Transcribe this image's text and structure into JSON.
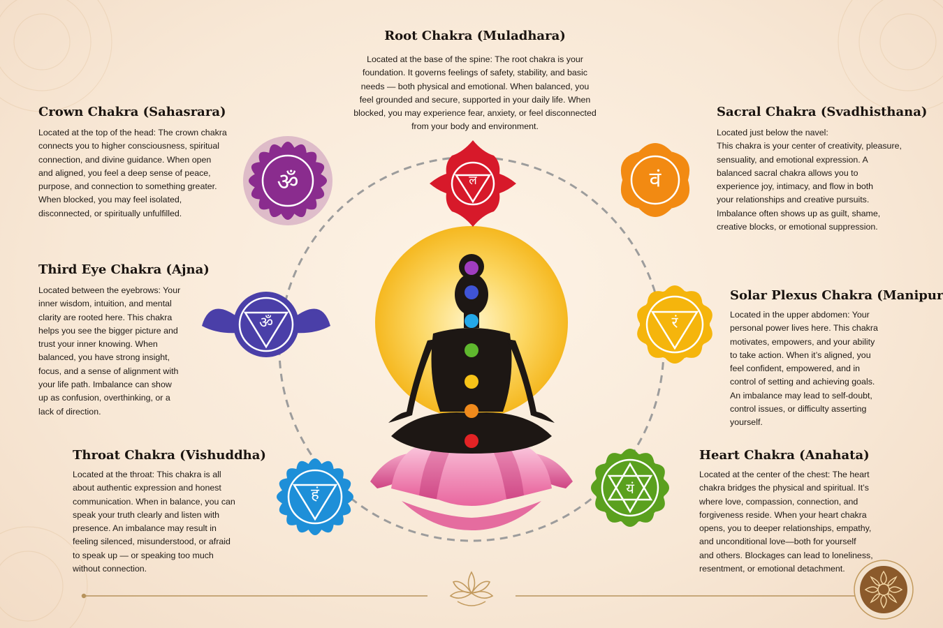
{
  "accent_colors": {
    "root": "#d7192a",
    "sacral": "#f28a12",
    "solar": "#f5b50c",
    "heart": "#5aa01e",
    "throat": "#1e8fd8",
    "third_eye": "#4a3fa8",
    "crown": "#8a2c8e",
    "gold": "#c9a060",
    "lotus": "#f29cc0"
  },
  "chakras": {
    "root": {
      "title": "Root Chakra (Muladhara)",
      "symbol": "लं",
      "icon": "root-chakra-icon",
      "lines": [
        "Located at the base of the spine: The root chakra is your",
        "foundation. It governs feelings of safety, stability, and basic",
        "needs — both physical and emotional. When balanced, you",
        "feel grounded and secure, supported in your daily life. When",
        "blocked, you may experience fear, anxiety, or feel disconnected",
        "from your body and environment."
      ]
    },
    "crown": {
      "title": "Crown Chakra (Sahasrara)",
      "symbol": "ॐ",
      "icon": "crown-chakra-icon",
      "lines": [
        "Located at the top of the head: The crown chakra",
        "connects you to higher consciousness, spiritual",
        "connection, and divine guidance. When open",
        "and aligned, you feel a deep sense of peace,",
        "purpose, and connection to something greater.",
        "When blocked, you may feel isolated,",
        "disconnected, or spiritually unfulfilled."
      ]
    },
    "third_eye": {
      "title": "Third Eye Chakra (Ajna)",
      "symbol": "ॐ",
      "icon": "third-eye-chakra-icon",
      "lines": [
        "Located between the eyebrows: Your",
        "inner wisdom, intuition, and mental",
        "clarity are rooted here. This chakra",
        "helps you see the bigger picture and",
        "trust your inner knowing. When",
        "balanced, you have strong insight,",
        "focus, and a sense of alignment with",
        "your life path. Imbalance can show",
        "up as confusion, overthinking, or a",
        "lack of direction."
      ]
    },
    "throat": {
      "title": "Throat Chakra (Vishuddha)",
      "symbol": "हं",
      "icon": "throat-chakra-icon",
      "lines": [
        "Located at the throat: This chakra is all",
        "about authentic expression and honest",
        "communication. When in balance, you can",
        "speak your truth clearly and listen with",
        "presence. An imbalance may result in",
        "feeling silenced, misunderstood, or afraid",
        "to speak up — or speaking too much",
        "without connection."
      ]
    },
    "sacral": {
      "title": "Sacral Chakra (Svadhisthana)",
      "symbol": "वं",
      "icon": "sacral-chakra-icon",
      "lines": [
        "Located just below the navel:",
        "This chakra is your center of creativity, pleasure,",
        "sensuality, and emotional expression. A",
        "balanced sacral chakra allows you to",
        "experience joy, intimacy, and flow in both",
        "your relationships and creative pursuits.",
        "Imbalance often shows up as guilt, shame,",
        "creative blocks, or emotional suppression."
      ]
    },
    "solar": {
      "title": "Solar Plexus Chakra (Manipura)",
      "symbol": "रं",
      "icon": "solar-plexus-chakra-icon",
      "lines": [
        "Located in the upper abdomen: Your",
        "personal power lives here. This chakra",
        "motivates, empowers, and your ability",
        "to take action. When it’s aligned, you",
        "feel confident, empowered, and in",
        "control of setting and achieving goals.",
        "An imbalance may lead to self-doubt,",
        "control issues, or difficulty asserting",
        "yourself."
      ]
    },
    "heart": {
      "title": "Heart Chakra (Anahata)",
      "symbol": "यं",
      "icon": "heart-chakra-icon",
      "lines": [
        "Located at the center of the chest: The heart",
        "chakra bridges the physical and spiritual. It’s",
        "where love, compassion, connection, and",
        "forgiveness reside. When your heart chakra",
        "opens, you to deeper relationships, empathy,",
        "and unconditional love—both for yourself",
        "and others. Blockages can lead to loneliness,",
        "resentment, or emotional detachment."
      ]
    }
  }
}
